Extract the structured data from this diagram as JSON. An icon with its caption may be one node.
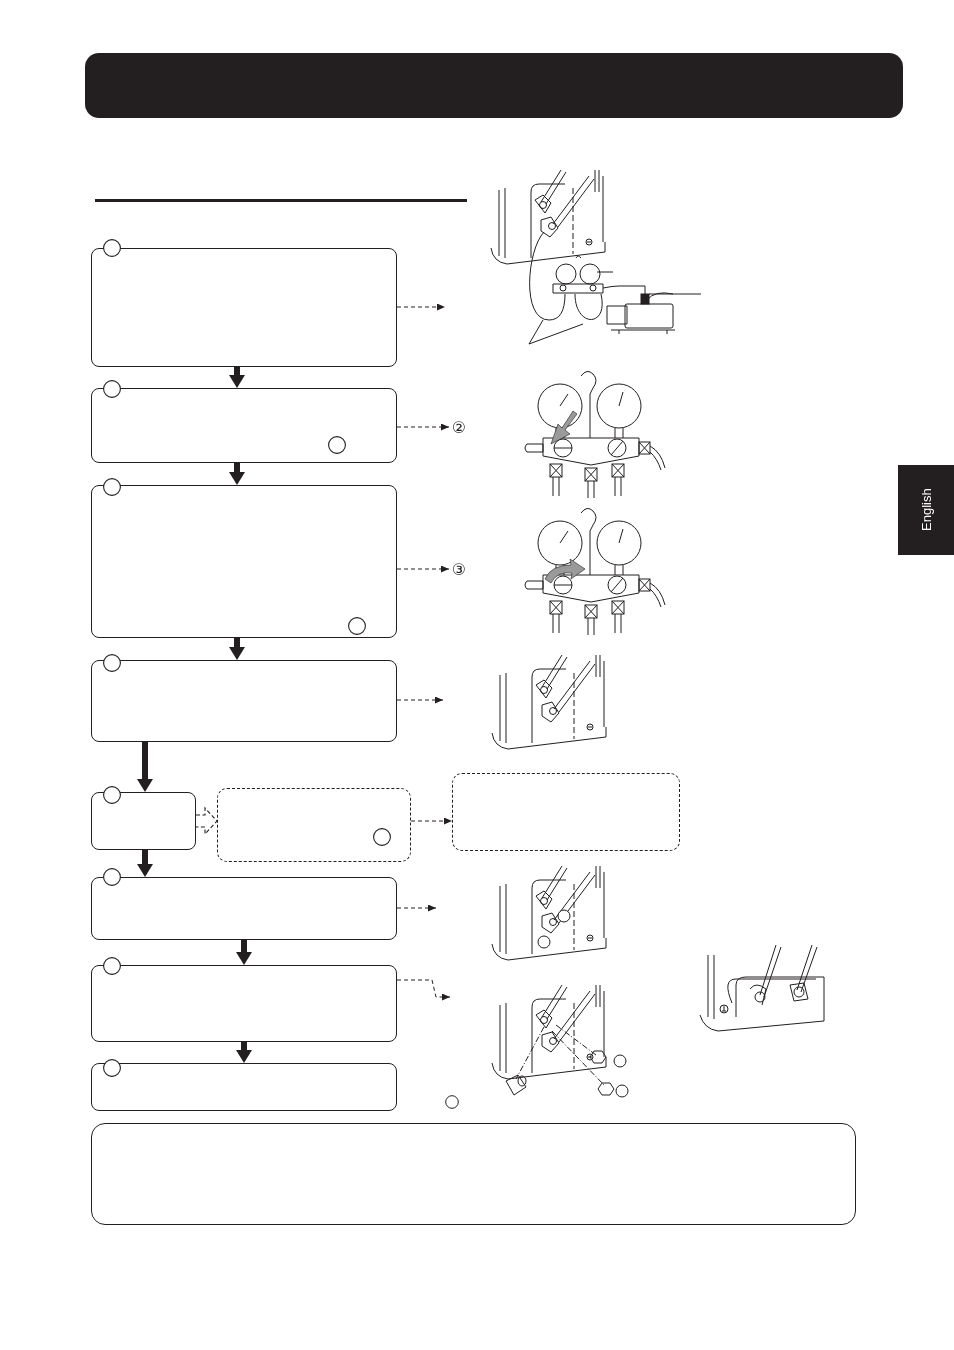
{
  "diagram": {
    "nodes": [
      {
        "text": [],
        "shape": "bar"
      },
      {
        "text": [],
        "shape": "box"
      },
      {
        "text": [],
        "shape": "box"
      },
      {
        "text": [
          "②"
        ]
      },
      {
        "text": [
          "English"
        ]
      },
      {
        "text": [],
        "shape": "box"
      },
      {
        "text": [
          "③"
        ]
      },
      {
        "text": [],
        "shape": "box"
      },
      {
        "text": [],
        "shape": "box"
      },
      {
        "text": [],
        "shape": "box"
      },
      {
        "text": [],
        "shape": "box"
      },
      {
        "text": [],
        "shape": "box"
      },
      {
        "text": [],
        "shape": "box"
      },
      {
        "text": [],
        "shape": "box"
      },
      {
        "text": [],
        "shape": "box"
      }
    ],
    "edges": [
      {
        "from": 1,
        "to": 2,
        "arrow": "to",
        "style": "thick"
      },
      {
        "from": 1,
        "to": null,
        "arrow": "to",
        "style": "dashed"
      },
      {
        "from": 2,
        "to": 3,
        "arrow": "to",
        "style": "dashed"
      },
      {
        "from": 2,
        "to": 5,
        "arrow": "to",
        "style": "thick"
      },
      {
        "from": 5,
        "to": 6,
        "arrow": "to",
        "style": "dashed"
      },
      {
        "from": 5,
        "to": 7,
        "arrow": "to",
        "style": "thick"
      },
      {
        "from": 7,
        "to": null,
        "arrow": "to",
        "style": "dashed"
      },
      {
        "from": 7,
        "to": 8,
        "arrow": "to",
        "style": "thick"
      },
      {
        "from": 8,
        "to": 9,
        "arrow": "to",
        "style": "dashed"
      },
      {
        "from": 9,
        "to": 10,
        "arrow": "to",
        "style": "dashed"
      },
      {
        "from": 8,
        "to": 11,
        "arrow": "to",
        "style": "thick"
      },
      {
        "from": 11,
        "to": null,
        "arrow": "to",
        "style": "dashed"
      },
      {
        "from": 11,
        "to": 12,
        "arrow": "to",
        "style": "thick"
      },
      {
        "from": 12,
        "to": null,
        "arrow": "to",
        "style": "dashed"
      },
      {
        "from": 12,
        "to": 13,
        "arrow": "to",
        "style": "thick"
      }
    ]
  }
}
